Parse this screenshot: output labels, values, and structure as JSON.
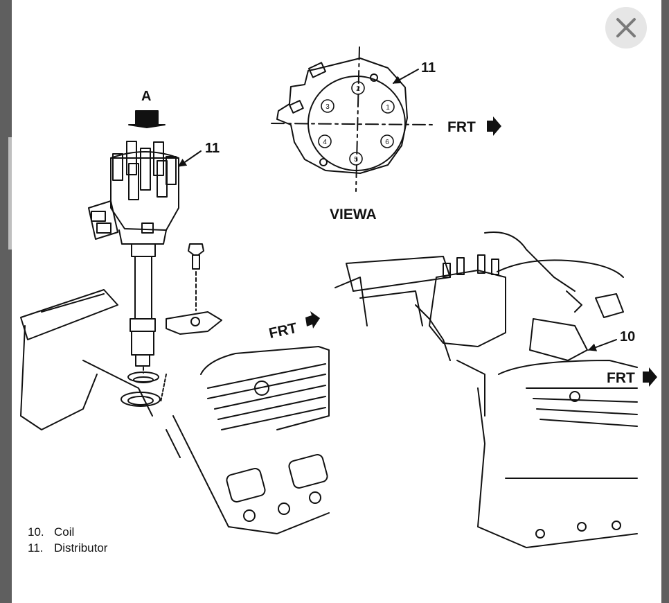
{
  "diagram": {
    "view_label": "VIEWA",
    "letter_a": "A",
    "callouts": {
      "distributor_top": "11",
      "distributor_view": "11",
      "coil": "10"
    },
    "front_label": "FRT",
    "legend": [
      {
        "num": "10.",
        "text": "Coil"
      },
      {
        "num": "11.",
        "text": "Distributor"
      }
    ],
    "cap_numbers": [
      "1",
      "2",
      "3",
      "4",
      "5",
      "6"
    ]
  },
  "viewer": {
    "close_icon": "close-icon"
  },
  "colors": {
    "background": "#5f5f5f",
    "page": "#ffffff",
    "ink": "#111111",
    "close_button": "#e6e6e6"
  }
}
